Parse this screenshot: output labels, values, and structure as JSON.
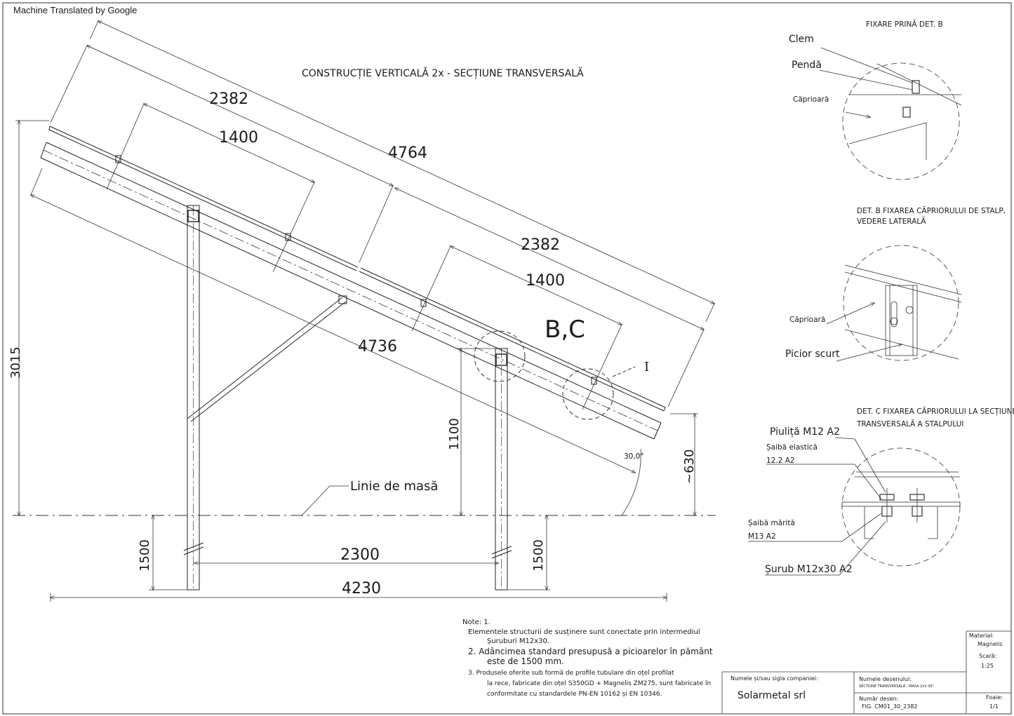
{
  "watermark": "Machine Translated by Google",
  "title": "CONSTRUCȚIE VERTICALĂ 2x - SECȚIUNE TRANSVERSALĂ",
  "dimensions": {
    "d2382_top": "2382",
    "d1400_top": "1400",
    "d4764": "4764",
    "d2382_bottom": "2382",
    "d1400_bottom": "1400",
    "d4736": "4736",
    "d3015": "3015",
    "d1100": "1100",
    "d630": "~630",
    "d1500_left": "1500",
    "d1500_right": "1500",
    "d2300": "2300",
    "d4230": "4230",
    "angle": "30,0°"
  },
  "callouts": {
    "bc": "B,C",
    "i": "I",
    "ground_line": "Linie de masă"
  },
  "detail_fixare": {
    "title": "FIXARE PRINĂ DET. B",
    "clem": "Clem",
    "penda": "Pendă",
    "caprioara": "Căprioară"
  },
  "detail_b": {
    "title_line1": "DET. B FIXAREA CĂPRIORULUI DE STALP,",
    "title_line2": "VEDERE LATERALĂ",
    "caprioara": "Căprioară",
    "picior": "Picior scurt"
  },
  "detail_c": {
    "title_line1": "DET. C FIXAREA CĂPRIORULUI LA SECȚIUNEA",
    "title_line2": "TRANSVERSALĂ A STALPULUI",
    "piulita": "Piuliță M12 A2",
    "saiba_elastica": "Șaibă elastică",
    "saiba_elastica_size": "12.2 A2",
    "saiba_marita": "Șaibă mărită",
    "saiba_marita_size": "M13 A2",
    "surub": "Șurub M12x30 A2"
  },
  "notes": {
    "heading": "Note: 1.",
    "n1_line1": "Elementele structurii de susținere sunt conectate prin intermediul",
    "n1_line2": "Șuruburi M12x30.",
    "n2_line1": "2. Adâncimea standard presupusă a picioarelor în pământ",
    "n2_line2": "este de 1500 mm.",
    "n3_line1": "3. Produsele oferite sub formă de profile tubulare din oțel profilat",
    "n3_line2": "la rece, fabricate din oțel S350GD + Magnelis ZM275, sunt fabricate în",
    "n3_line3": "conformitate cu standardele PN-EN 10162 și EN 10346."
  },
  "title_block": {
    "company_label": "Numele și/sau sigla companiei:",
    "company": "Solarmetal srl",
    "drawing_name_label": "Numele desenului:",
    "drawing_name": "SECȚIUNE TRANSVERSALĂ - MASA 2xV 30°",
    "drawing_no_label": "Număr desen:",
    "drawing_no": "FIG. CM01_30_2382",
    "material_label": "Material:",
    "material": "Magnelis",
    "scale_label": "Scară:",
    "scale": "1:25",
    "sheet_label": "Foaie:",
    "sheet": "1/1"
  }
}
